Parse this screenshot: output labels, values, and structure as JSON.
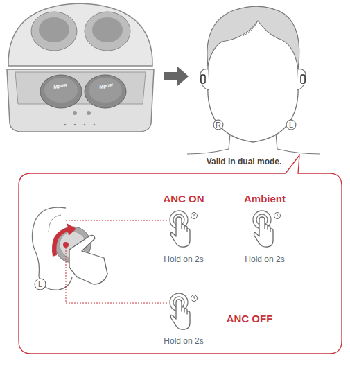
{
  "diagram": {
    "labels": [
      "Mpow",
      "Mpow",
      "R",
      "L",
      "Valid in dual mode.",
      "L",
      "ANC ON",
      "Ambient",
      "Hold on 2s",
      "Hold on 2s",
      "ANC OFF",
      "Hold on 2s"
    ]
  }
}
